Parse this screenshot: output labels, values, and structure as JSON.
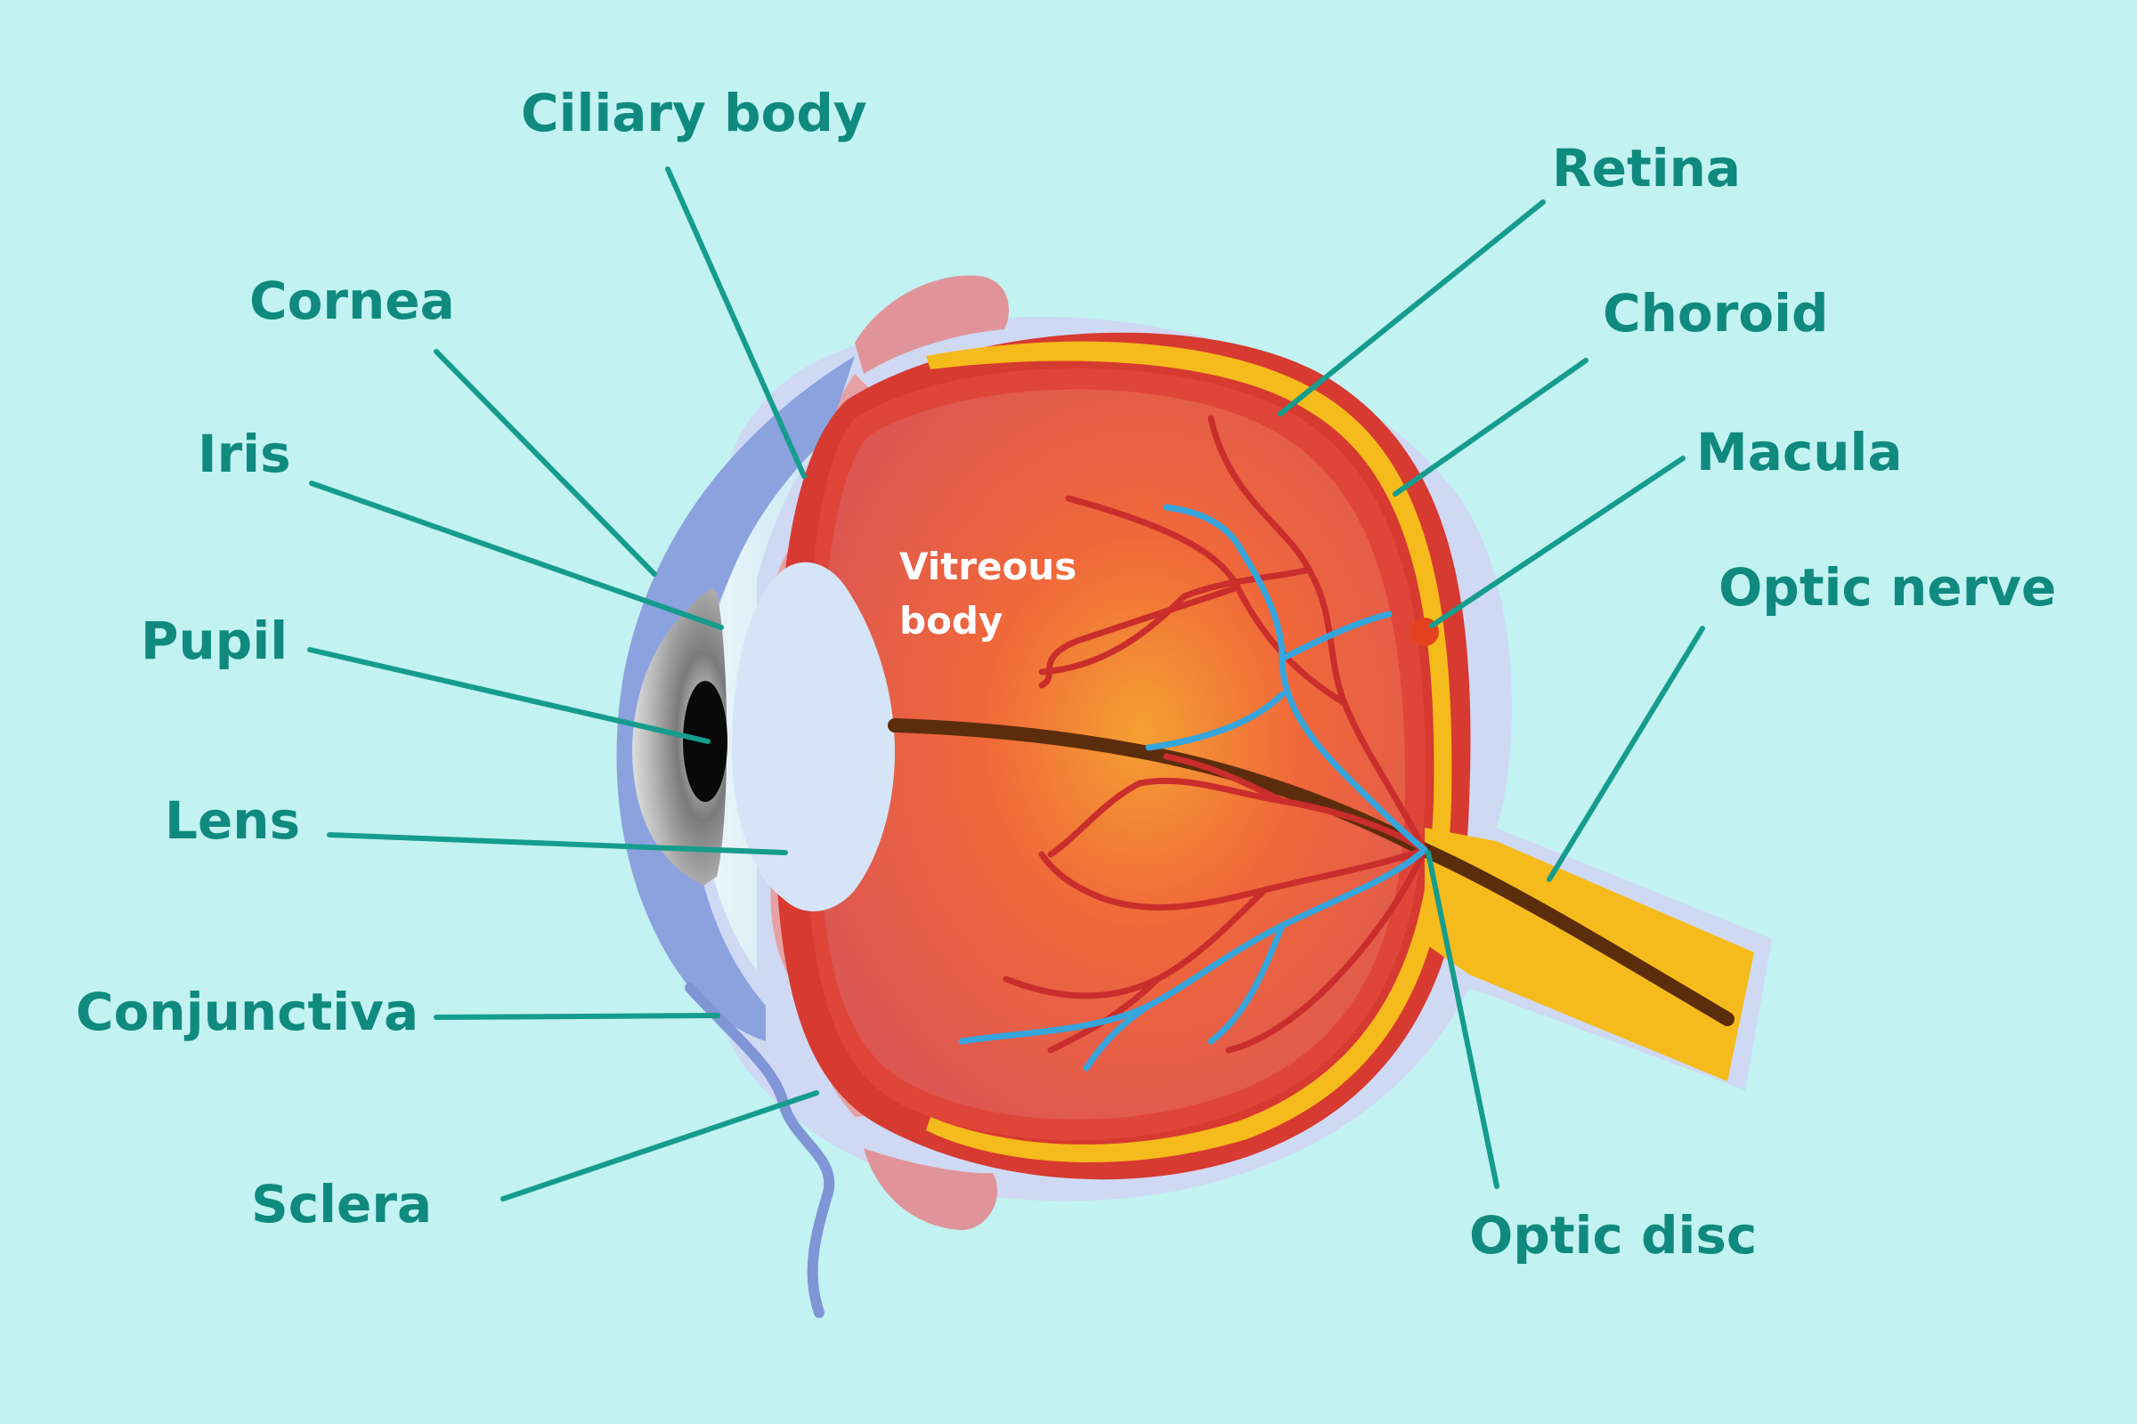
{
  "labels": {
    "ciliary_body": "Ciliary body",
    "cornea": "Cornea",
    "iris": "Iris",
    "pupil": "Pupil",
    "lens": "Lens",
    "conjunctiva": "Conjunctiva",
    "sclera": "Sclera",
    "retina": "Retina",
    "choroid": "Choroid",
    "macula": "Macula",
    "optic_nerve": "Optic nerve",
    "optic_disc": "Optic disc",
    "vitreous_line1": "Vitreous",
    "vitreous_line2": "body"
  },
  "colors": {
    "background": "#c2f2f1",
    "label_text": "#108a7e",
    "leader_line": "#169c8d",
    "sclera_outer": "#cfd9f3",
    "retina_yellow": "#f5bb1c",
    "choroid_red": "#d63a30",
    "vitreous_orange": "#ee6a3a",
    "lens": "#d5e4f7",
    "blood_vessel_red": "#c92d2c",
    "blood_vessel_blue": "#36a5dc",
    "conjunctiva_blue": "#7f95d6"
  }
}
